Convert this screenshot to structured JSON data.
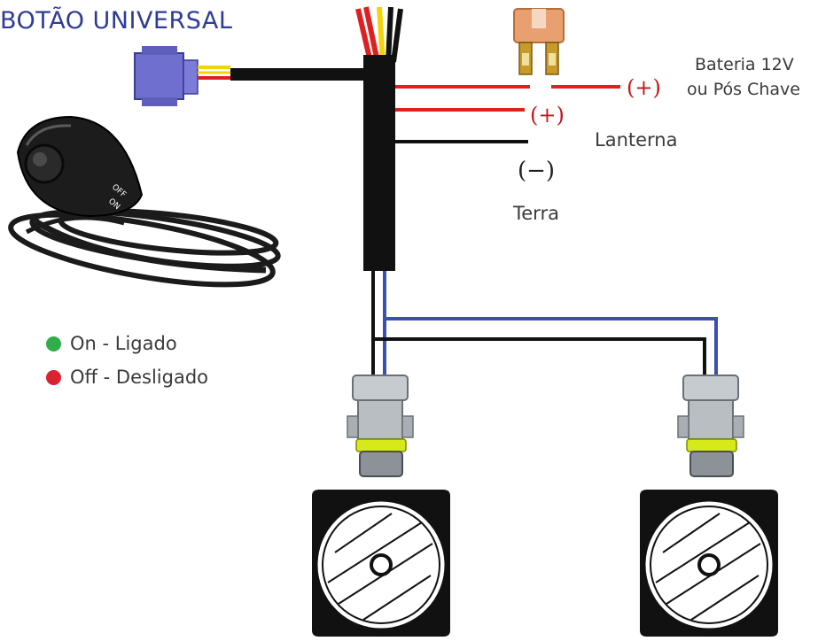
{
  "title": "BOTÃO UNIVERSAL",
  "battery_label_line1": "Bateria 12V",
  "battery_label_line2": "ou Pós Chave",
  "lantern_label": "Lanterna",
  "ground_label": "Terra",
  "positive_symbol": "(+)",
  "negative_symbol": "(−)",
  "switch_text_off": "OFF",
  "switch_text_on": "ON",
  "legend": [
    {
      "label": "On - Ligado",
      "color": "#2fae4a"
    },
    {
      "label": "Off - Desligado",
      "color": "#d92430"
    }
  ],
  "colors": {
    "title": "#2e3c96",
    "wire_red": "#e02020",
    "wire_black": "#111111",
    "wire_blue": "#3a4fb0",
    "wire_yellow": "#f2d40c",
    "connector_blue": "#6f6fcf",
    "fuse_amber": "#e8a070",
    "plug_gray": "#b9bec3",
    "plug_ring_yellow": "#d6ea1a"
  }
}
